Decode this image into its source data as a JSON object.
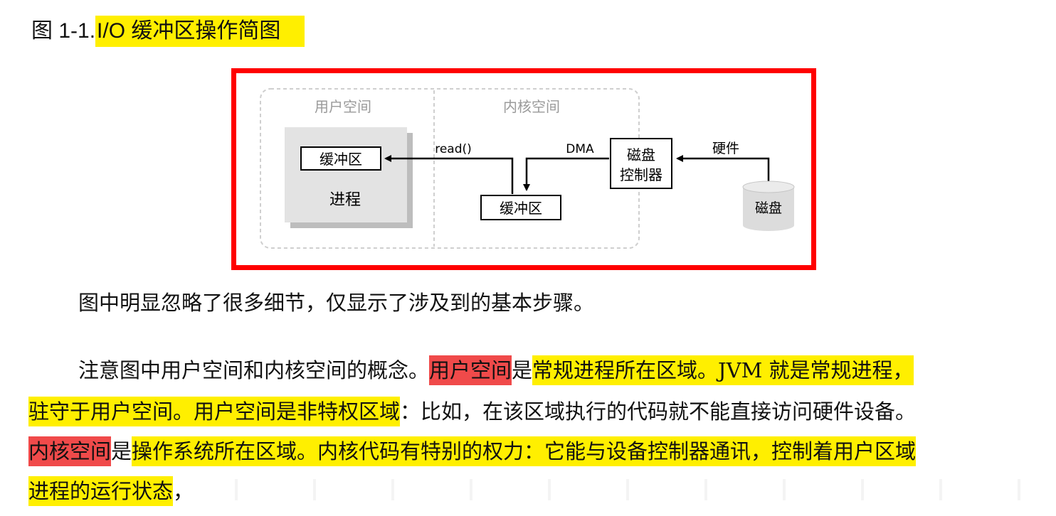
{
  "caption": {
    "prefix": "图 1-1.",
    "highlighted": "I/O 缓冲区操作简图"
  },
  "figure": {
    "user_space_label": "用户空间",
    "kernel_space_label": "内核空间",
    "user_buffer": "缓冲区",
    "process_label": "进程",
    "kernel_buffer": "缓冲区",
    "read_label": "read()",
    "dma_label": "DMA",
    "controller_line1": "磁盘",
    "controller_line2": "控制器",
    "hardware_label": "硬件",
    "disk_label": "磁盘"
  },
  "paragraph1": "图中明显忽略了很多细节，仅显示了涉及到的基本步骤。",
  "paragraph2": {
    "l1_a": "注意图中用户空间和内核空间的概念。",
    "l1_b": "用户空间",
    "l1_c": "是",
    "l1_d": "常规进程所在区域。JVM 就是常规进程，",
    "l2_a": "驻守于用户空间。用户空间是非特权区域",
    "l2_b": "：比如，在该区域执行的代码就不能直接访问硬件设备。",
    "l3_a": "内核空间",
    "l3_b": "是",
    "l3_c": "操作系统所在区域。内核代码有特别的权力：它能与设备控制器通讯，控制着用户区域",
    "l4_a": "进程的运行状态",
    "l4_b": "，"
  },
  "colors": {
    "highlight_yellow": "#ffef00",
    "highlight_red": "#f04a4a",
    "frame_red": "#ff0000"
  }
}
